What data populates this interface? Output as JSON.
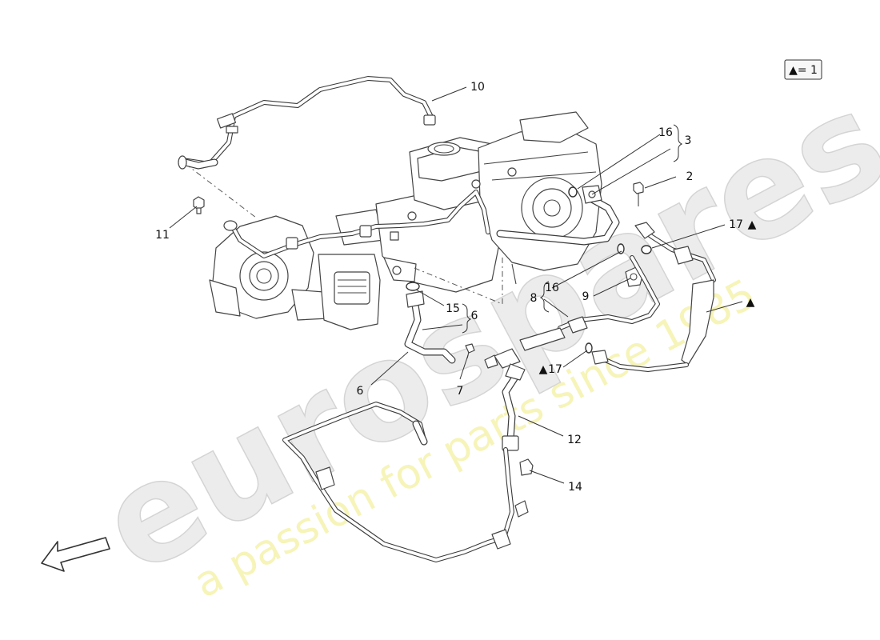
{
  "legend": {
    "text": "▲= 1"
  },
  "watermark": {
    "brand": "eurospares",
    "tagline": "a passion for parts since 1985"
  },
  "callouts": {
    "c10": "10",
    "c11": "11",
    "c16a": "16",
    "c3": "3",
    "c2": "2",
    "c17a": "17",
    "c17a_mark": "▲",
    "c8": "8",
    "c16b": "16",
    "c9": "9",
    "c15": "15",
    "c6a": "6",
    "c6b": "6",
    "c7": "7",
    "c_tri": "▲",
    "c17b_mark": "▲",
    "c17b": "17",
    "c12": "12",
    "c14": "14"
  },
  "colors": {
    "line": "#3a3a3a",
    "watermark_gray": "#e6e6e6",
    "watermark_yellow": "#f3f0a0"
  }
}
